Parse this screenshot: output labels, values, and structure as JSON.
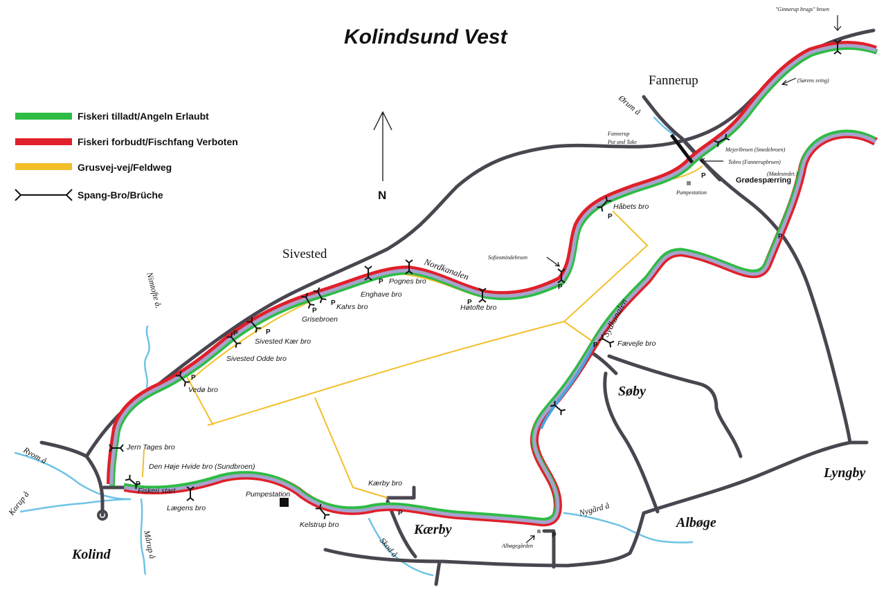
{
  "title": "Kolindsund Vest",
  "legend": [
    {
      "label": "Fiskeri tilladt/Angeln Erlaubt",
      "color": "#2ebc45"
    },
    {
      "label": "Fiskeri forbudt/Fischfang Verboten",
      "color": "#e0202a"
    },
    {
      "label": "Grusvej-vej/Feldweg",
      "color": "#f2bf2a"
    },
    {
      "label": "Spang-Bro/Brüche",
      "symbol": "bridge-icon"
    }
  ],
  "north_label": "N",
  "towns": {
    "fannerup": "Fannerup",
    "sivested": "Sivested",
    "soby": "Søby",
    "lyngby": "Lyngby",
    "albøge": "Albøge",
    "kaerby": "Kærby",
    "kolind": "Kolind"
  },
  "canals": {
    "nord": "Nordkanalen",
    "syd": "Sydkanalen"
  },
  "streams": {
    "nimtofte": "Nimtofte å.",
    "orum": "Ørum å",
    "ryom": "Ryom å",
    "korup": "Korup å",
    "marup": "Mårup å",
    "skod": "Skod å",
    "nygaard": "Nygård å"
  },
  "labels": {
    "ginnerup": "\"Ginnerup brugs\" broen",
    "sorens_sving": "(Sørens sving)",
    "fannerup_put_1": "Fannerup",
    "fannerup_put_2": "Put and Take",
    "mejeribroen": "Mejeribroen  (Smedebroen)",
    "tobro": "Tobro   (Fannerupbroen)",
    "modestedet": "(Mødestedet.)",
    "grodesparring": "Grødespærring",
    "pumpestation_ne": "Pumpestation",
    "habets": "Håbets bro",
    "sofiesminde": "Sofiesmindebroen",
    "pognes": "Pognes bro",
    "enghave": "Enghave bro",
    "hotofte": "Høtofte bro",
    "kahrs": "Kahrs bro",
    "grisebroen": "Grisebroen",
    "sivested_kaer": "Sivested Kær bro",
    "sivested_odde": "Sivested Odde bro",
    "vedo": "Vedø bro",
    "jern_tages": "Jern Tages bro",
    "hoje_hvide": "Den Høje Hvide bro  (Sundbroen)",
    "fiskeri_start": "Fiskeri start",
    "laegens": "Lægens bro",
    "pumpestation_s": "Pumpestation",
    "kelstrup": "Kelstrup bro",
    "kaerby_bro": "Kærby bro",
    "albogegaarden": "Albøgegården",
    "faevejle": "Fævejle bro"
  },
  "parking_label": "P"
}
